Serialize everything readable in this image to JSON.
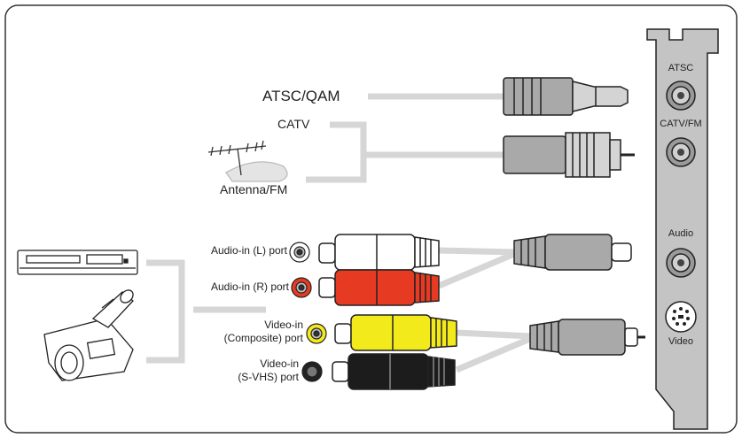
{
  "labels": {
    "atsc_qam": "ATSC/QAM",
    "catv": "CATV",
    "antenna_fm": "Antenna/FM",
    "audio_in_l": "Audio-in (L) port",
    "audio_in_r": "Audio-in (R) port",
    "video_in_composite_line1": "Video-in",
    "video_in_composite_line2": "(Composite) port",
    "video_in_svhs_line1": "Video-in",
    "video_in_svhs_line2": "(S-VHS) port"
  },
  "card_labels": {
    "atsc": "ATSC",
    "catv_fm": "CATV/FM",
    "audio": "Audio",
    "video": "Video"
  },
  "colors": {
    "cable": "#d6d6d6",
    "plug_gray": "#a9a9a9",
    "white_plug": "#ffffff",
    "red_plug": "#e63b22",
    "yellow_plug": "#f3ea1c",
    "black_plug": "#1c1c1c",
    "bracket": "#c4c4c4"
  },
  "icons": [
    "vcr-icon",
    "camcorder-icon",
    "antenna-icon"
  ]
}
